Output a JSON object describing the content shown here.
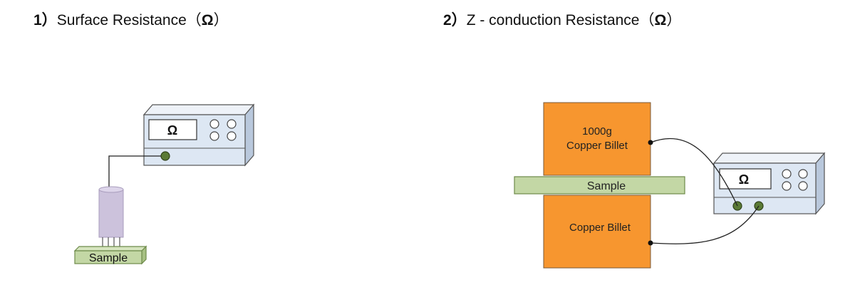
{
  "diagram1": {
    "heading_number": "1）",
    "heading_text": "Surface Resistance（",
    "heading_symbol": "Ω",
    "heading_close": "）",
    "meter_symbol": "Ω",
    "sample_label": "Sample"
  },
  "diagram2": {
    "heading_number": "2）",
    "heading_text": "Z - conduction Resistance（",
    "heading_symbol": "Ω",
    "heading_close": "）",
    "top_billet_weight": "1000g",
    "top_billet_label": "Copper Billet",
    "sample_label": "Sample",
    "bottom_billet_label": "Copper Billet",
    "meter_symbol": "Ω"
  },
  "colors": {
    "meter_face": "#dde7f3",
    "meter_side": "#b9c8dc",
    "meter_outline": "#555555",
    "terminal": "#5a7a35",
    "electrode": "#ccc2dc",
    "sample": "#c3d7a5",
    "sample_outline": "#6d8a4a",
    "copper": "#f7962f",
    "copper_outline": "#7a5a3a"
  }
}
